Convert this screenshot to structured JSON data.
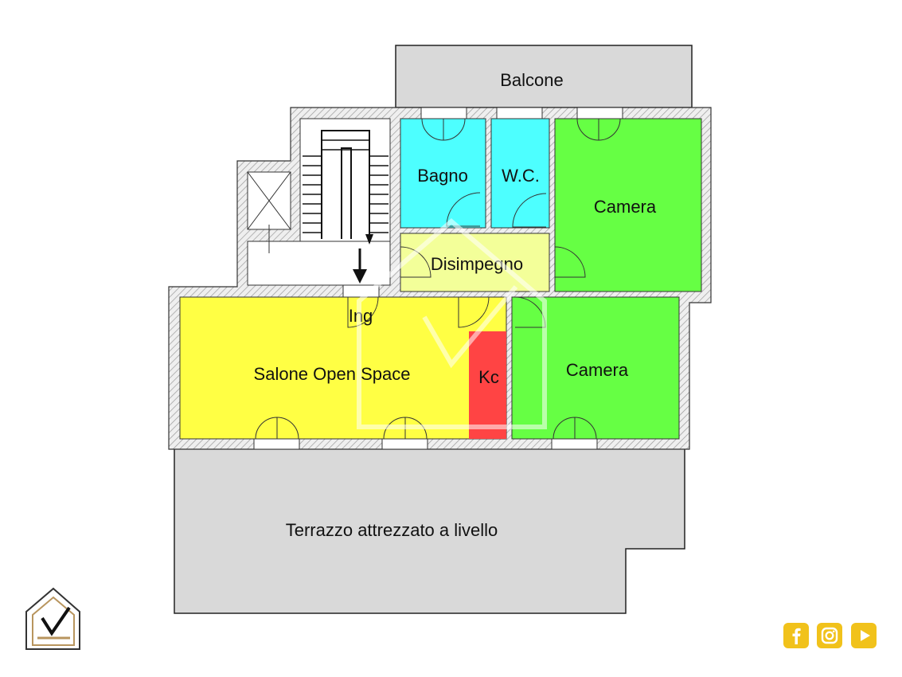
{
  "floorplan": {
    "rooms": [
      {
        "key": "balcone",
        "label": "Balcone",
        "color": "#d9d9d9"
      },
      {
        "key": "bagno",
        "label": "Bagno",
        "color": "#4dffff"
      },
      {
        "key": "wc",
        "label": "W.C.",
        "color": "#4dffff"
      },
      {
        "key": "camera1",
        "label": "Camera",
        "color": "#66ff44"
      },
      {
        "key": "disimpegno",
        "label": "Disimpegno",
        "color": "#f3ff99"
      },
      {
        "key": "ingresso",
        "label": "Ing",
        "color": "#ffff44"
      },
      {
        "key": "salone",
        "label": "Salone Open Space",
        "color": "#ffff44"
      },
      {
        "key": "kc",
        "label": "Kc",
        "color": "#ff4444"
      },
      {
        "key": "camera2",
        "label": "Camera",
        "color": "#66ff44"
      },
      {
        "key": "terrazzo",
        "label": "Terrazzo attrezzato a livello",
        "color": "#d9d9d9"
      }
    ],
    "wall_color": "#cfcfcf",
    "stair_color": "#111111"
  },
  "branding": {
    "logo_icon": "house-check-icon",
    "accent_color": "#b8955e"
  },
  "social": {
    "icons": [
      "facebook-icon",
      "instagram-icon",
      "youtube-icon"
    ],
    "color": "#f1c21b"
  }
}
